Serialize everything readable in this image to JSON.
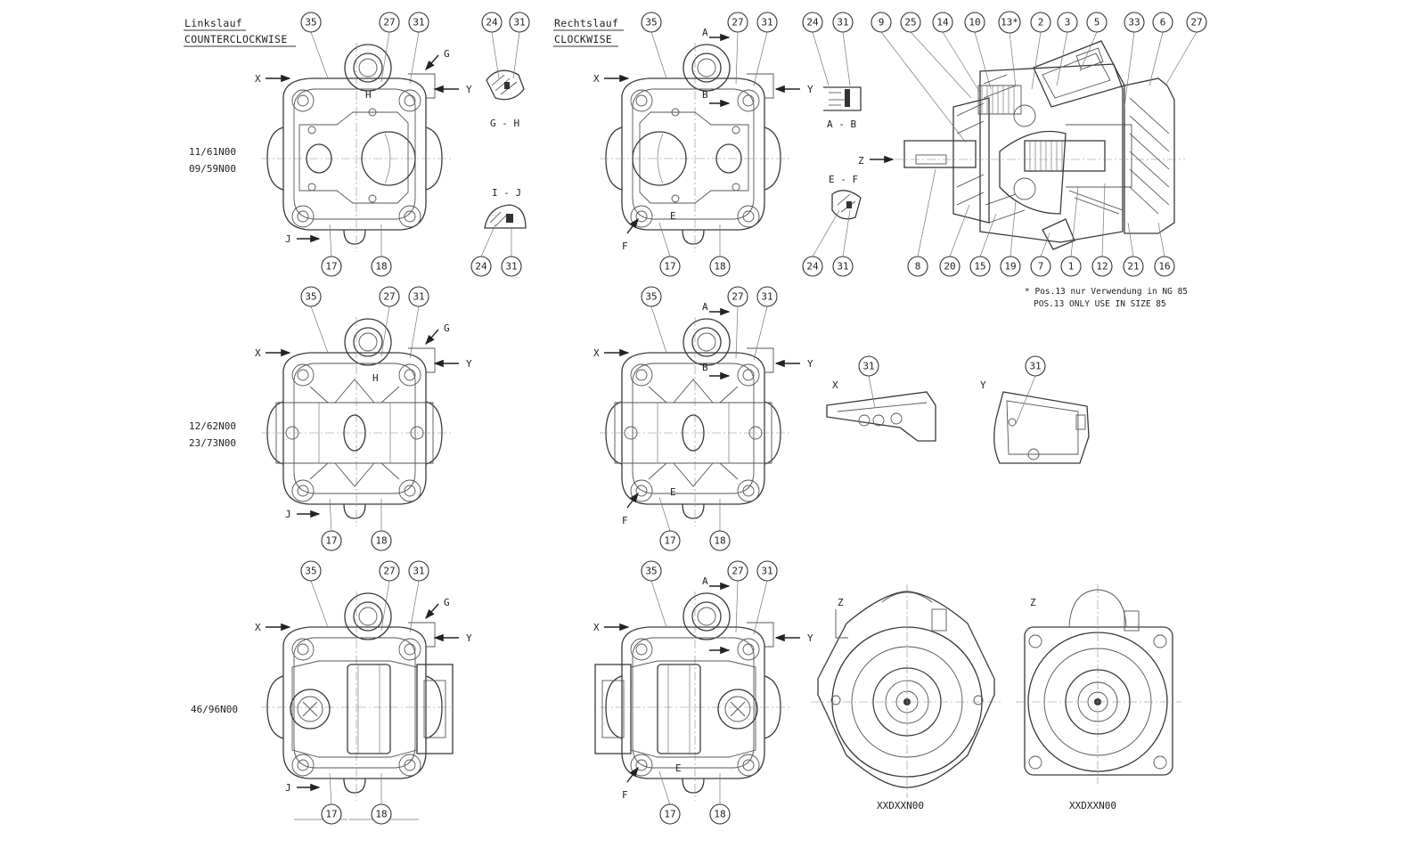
{
  "headers": {
    "left": {
      "line1": "Linkslauf",
      "line2": "COUNTERCLOCKWISE"
    },
    "right": {
      "line1": "Rechtslauf",
      "line2": "CLOCKWISE"
    }
  },
  "row_labels": {
    "row1_a": "11/61N00",
    "row1_b": "09/59N00",
    "row2_a": "12/62N00",
    "row2_b": "23/73N00",
    "row3": "46/96N00"
  },
  "views": {
    "X": "X",
    "Y": "Y",
    "G": "G",
    "H": "H",
    "J": "J",
    "F": "F",
    "E": "E",
    "A": "A",
    "B": "B",
    "Z": "Z"
  },
  "sections": {
    "g_h": "G - H",
    "i_j": "I - J",
    "a_b": "A - B",
    "e_f": "E - F"
  },
  "bubbles": {
    "p35": "35",
    "p27": "27",
    "p31": "31",
    "p24": "24",
    "p17": "17",
    "p18": "18",
    "p9": "9",
    "p25": "25",
    "p14": "14",
    "p10": "10",
    "p13": "13*",
    "p2": "2",
    "p3": "3",
    "p5": "5",
    "p33": "33",
    "p6": "6",
    "p8": "8",
    "p20": "20",
    "p15": "15",
    "p19": "19",
    "p7": "7",
    "p1": "1",
    "p12": "12",
    "p21": "21",
    "p16": "16"
  },
  "footnote": {
    "line1": "* Pos.13 nur Verwendung in NG 85",
    "line2": "POS.13 ONLY USE IN SIZE 85"
  },
  "captions": {
    "front_a": "XXDXXN00",
    "front_b": "XXDXXN00"
  }
}
